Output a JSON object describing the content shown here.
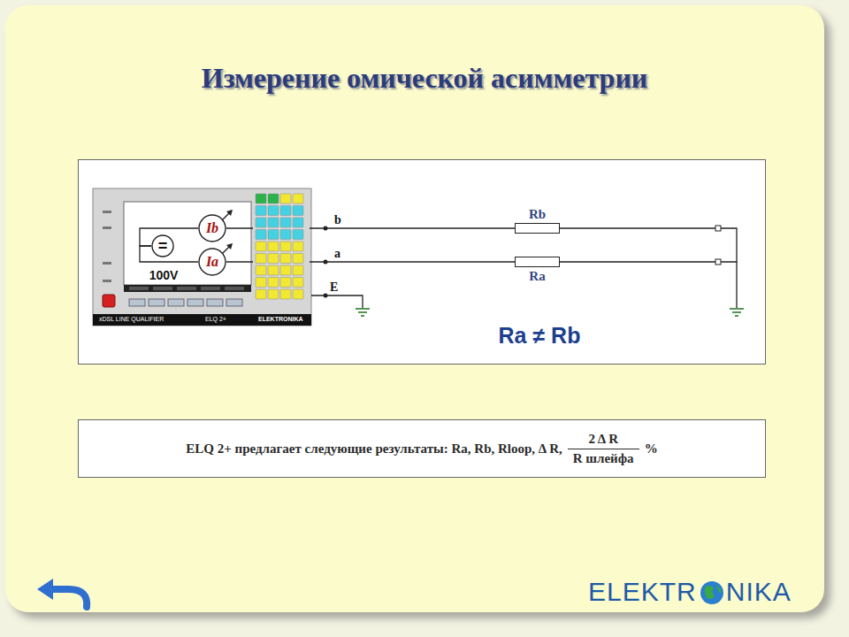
{
  "diagram": {
    "title": "Измерение омической асимметрии",
    "nodes": [
      {
        "text": [
          "Ib"
        ]
      },
      {
        "text": [
          "="
        ]
      },
      {
        "text": [
          "Ia"
        ]
      },
      {
        "text": [
          "Rb"
        ]
      },
      {
        "text": [
          "Ra"
        ]
      },
      {
        "text": [
          "ELQ 2+ предлагает следующие результаты: Ra, Rb, Rloop, Δ R,",
          "2 Δ R",
          "R шлейфа",
          "%"
        ]
      }
    ],
    "edges": [
      {
        "from": 1,
        "to": 0,
        "arrow": "none"
      },
      {
        "from": 1,
        "to": 2,
        "arrow": "none"
      },
      {
        "from": 0,
        "to": 3,
        "arrow": "none"
      },
      {
        "from": 2,
        "to": 4,
        "arrow": "none"
      },
      {
        "from": 3,
        "to": 4,
        "arrow": "none"
      }
    ],
    "labels": [
      "b",
      "a",
      "E",
      "100V",
      "Ra ≠ Rb",
      "xDSL LINE QUALIFIER",
      "ELQ 2+",
      "ELEKTRONIKA",
      "ELEKTR",
      "NIKA"
    ]
  }
}
